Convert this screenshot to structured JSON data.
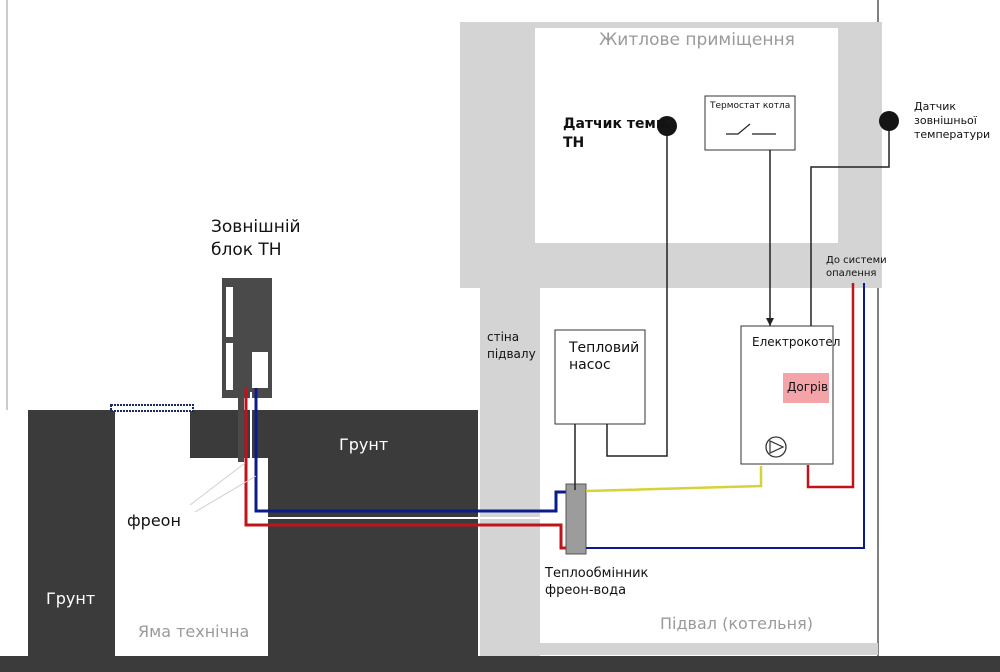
{
  "labels": {
    "living_room": "Житлове приміщення",
    "hp_temp_sensor_line1": "Датчик темп.",
    "hp_temp_sensor_line2": "ТН",
    "boiler_thermostat": "Термостат  котла",
    "outdoor_sensor_line1": "Датчик",
    "outdoor_sensor_line2": "зовнішньої",
    "outdoor_sensor_line3": "температури",
    "outdoor_unit_line1": "Зовнішній",
    "outdoor_unit_line2": "блок ТН",
    "to_heating_line1": "До системи",
    "to_heating_line2": "опалення",
    "basement_wall_line1": "стіна",
    "basement_wall_line2": "підвалу",
    "heat_pump_line1": "Тепловий",
    "heat_pump_line2": "насос",
    "electric_boiler": "Електрокотел",
    "reheat": "Догрів",
    "ground_top": "Грунт",
    "ground_left": "Грунт",
    "freon": "фреон",
    "heat_exchanger_line1": "Теплообмінник",
    "heat_exchanger_line2": "фреон-вода",
    "basement_boiler_room": "Підвал (котельня)",
    "technical_pit": "Яма технічна"
  },
  "colors": {
    "ground": "#3b3b3c",
    "wall": "#d4d4d4",
    "outdoor_unit": "#4a4a4a",
    "freon_red": "#c0141b",
    "freon_blue": "#0c1b8c",
    "signal_yellow": "#d8d23a",
    "reheat_fill": "#f4a4a8",
    "exchanger": "#9c9c9c"
  }
}
